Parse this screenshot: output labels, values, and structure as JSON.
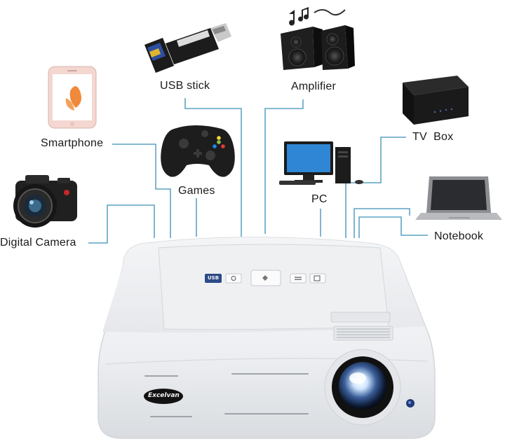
{
  "devices": {
    "usb_stick": "USB stick",
    "amplifier": "Amplifier",
    "smartphone": "Smartphone",
    "games": "Games",
    "tv_box": "TV  Box",
    "pc": "PC",
    "notebook": "Notebook",
    "digital_camera": "Digital Camera"
  },
  "projector": {
    "brand": "Excelvan",
    "usb_label": "USB"
  },
  "colors": {
    "connector_line": "#3a8fb7",
    "projector_body": "#f1f2f4"
  }
}
